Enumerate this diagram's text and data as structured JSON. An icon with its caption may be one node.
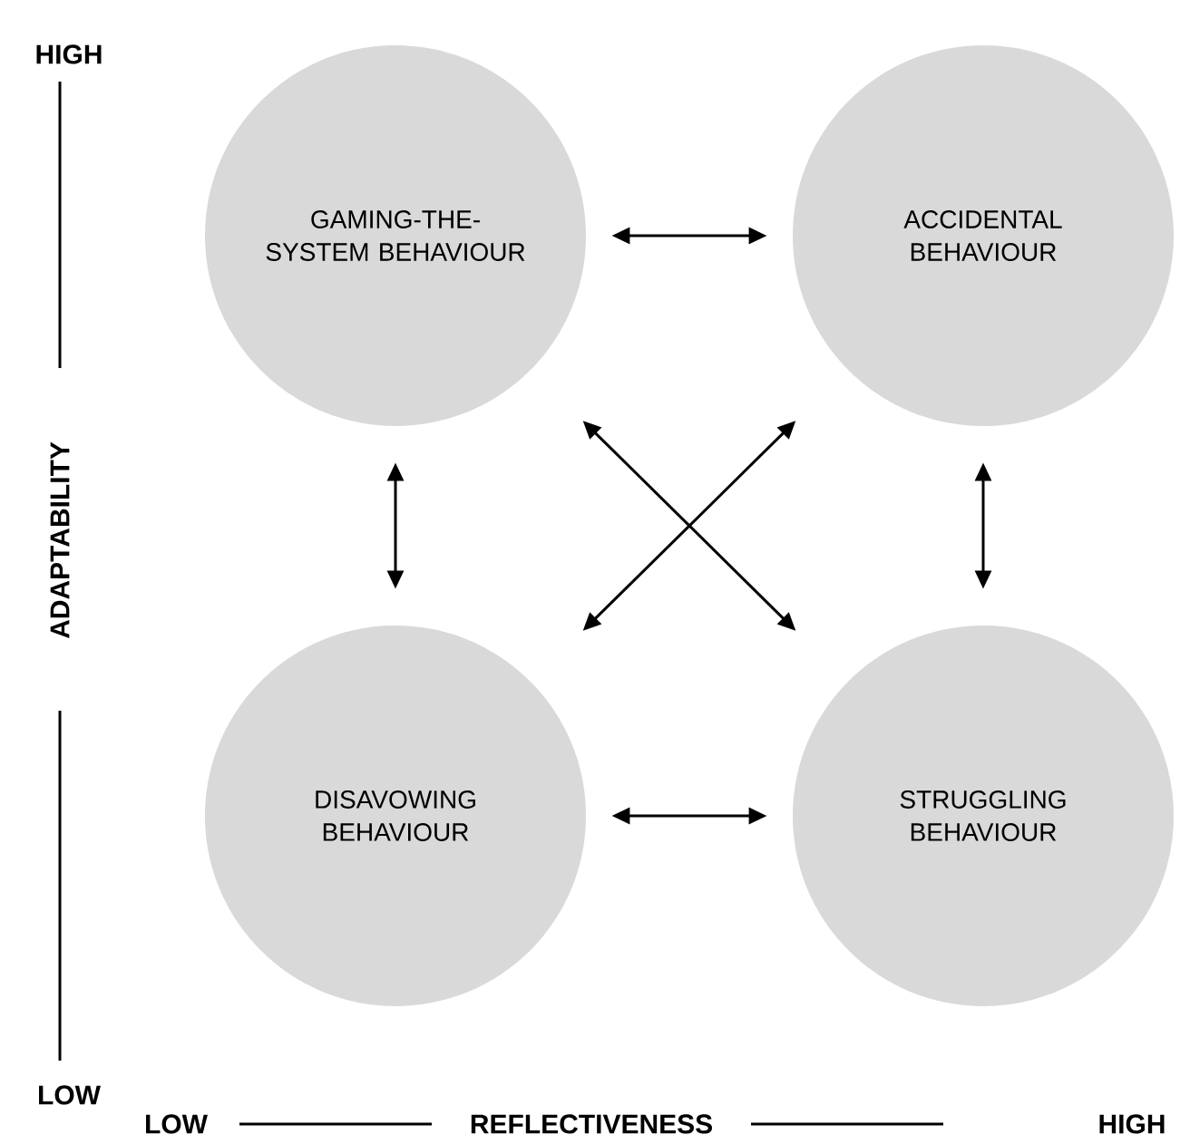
{
  "diagram": {
    "nodes": [
      {
        "text": [
          "GAMING-THE-SYSTEM BEHAVIOUR"
        ]
      },
      {
        "text": [
          "ACCIDENTAL BEHAVIOUR"
        ]
      },
      {
        "text": [
          "DISAVOWING BEHAVIOUR"
        ]
      },
      {
        "text": [
          "STRUGGLING BEHAVIOUR"
        ]
      }
    ],
    "edges": [
      {
        "from": 0,
        "to": 1,
        "arrow": "both"
      },
      {
        "from": 0,
        "to": 2,
        "arrow": "both"
      },
      {
        "from": 1,
        "to": 3,
        "arrow": "both"
      },
      {
        "from": 2,
        "to": 3,
        "arrow": "both"
      },
      {
        "from": 0,
        "to": 3,
        "arrow": "both"
      },
      {
        "from": 1,
        "to": 2,
        "arrow": "both"
      }
    ],
    "labels": [
      "HIGH",
      "ADAPTABILITY",
      "LOW",
      "LOW",
      "REFLECTIVENESS",
      "HIGH"
    ]
  }
}
